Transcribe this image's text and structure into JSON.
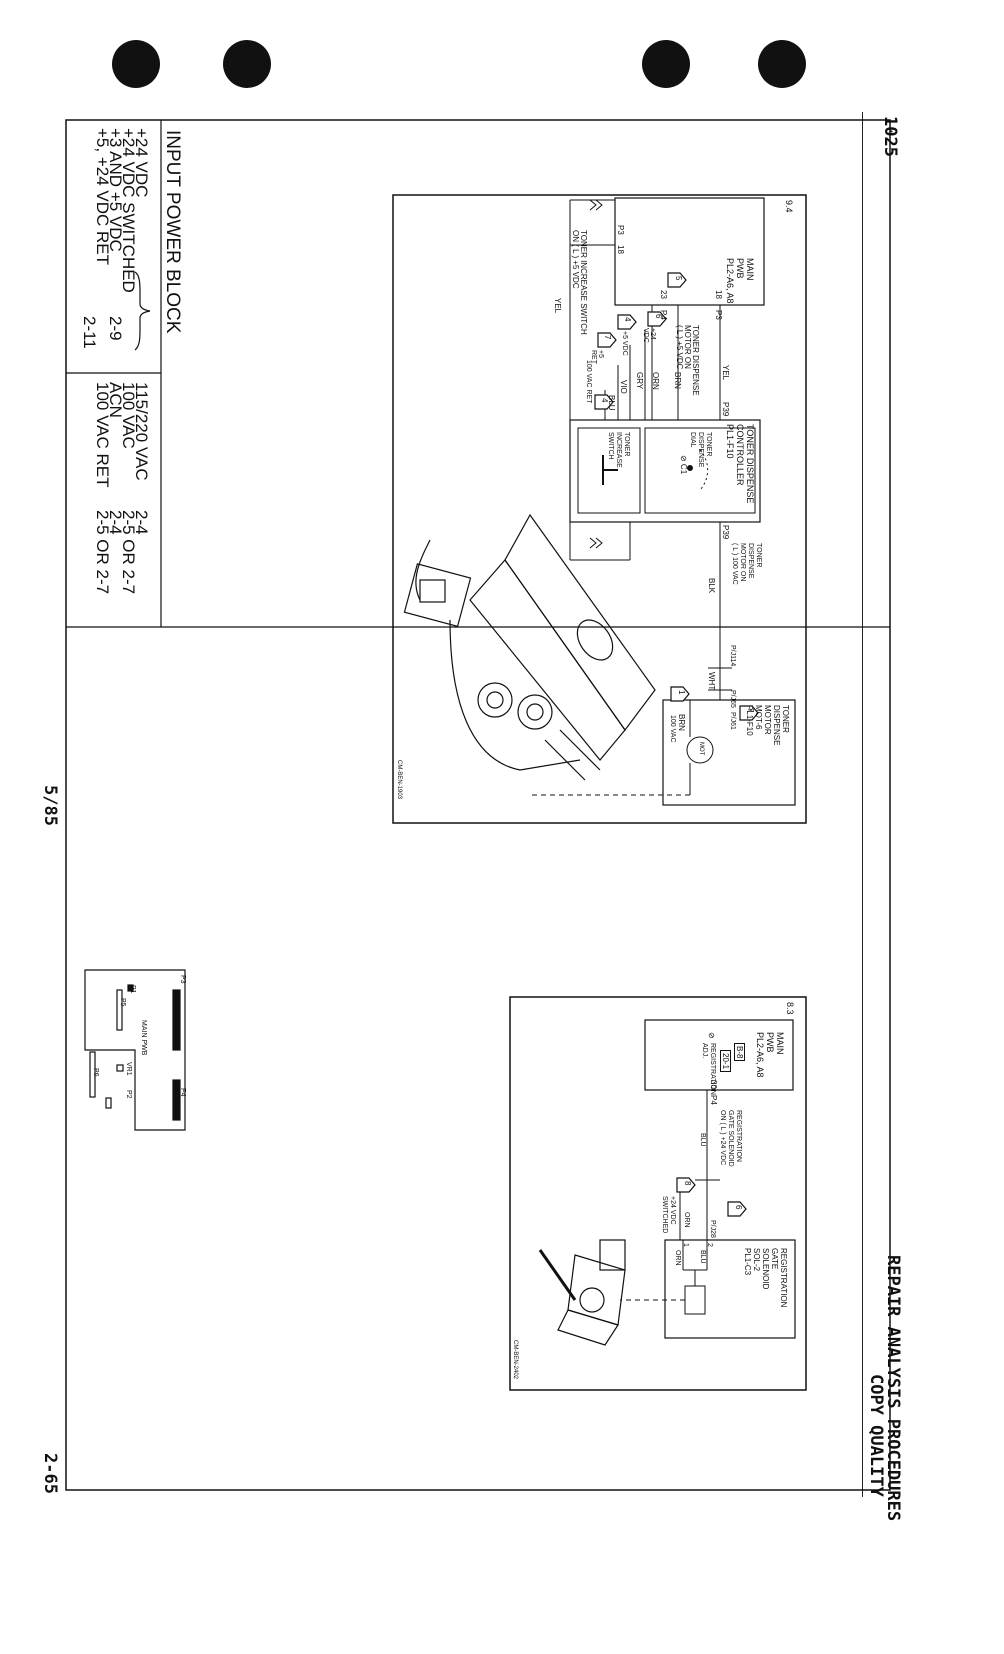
{
  "page": {
    "number": "1025",
    "section_title": "REPAIR ANALYSIS PROCEDURES",
    "section_subtitle": "COPY QUALITY",
    "date": "5/85",
    "page_ref": "2-65"
  },
  "diagram_94": {
    "number": "9.4",
    "main_pwb": [
      "MAIN",
      "PWB",
      "PL2-A6, A8"
    ],
    "main_pwb_pins": {
      "p3_pin": "18",
      "p3_label": "P3",
      "p4_pin": "23",
      "p4_label": "P4",
      "p3b_pin": "18",
      "p3b_label": "P3"
    },
    "main_pwb_badge": "5",
    "toner_dispense_motor_on_left": [
      "TONER DISPENSE",
      "MOTOR ON",
      "( L ) +5 VDC"
    ],
    "toner_increase_switch_label": [
      "TONER INCREASE SWITCH",
      "ON ( L ) +5 VDC"
    ],
    "wire_yel_1": "YEL",
    "wire_yel_2": "YEL",
    "wire_brn": "BRN",
    "wire_orn": "ORN",
    "wire_gry": "GRY",
    "wire_vio": "VIO",
    "wire_blu": "BLU",
    "wire_blk": "BLK",
    "wire_wht": "WHT",
    "wire_brn2": "BRN",
    "badges_left": [
      {
        "id": "6",
        "label": "+24\nVDC"
      },
      {
        "id": "4",
        "label": "+5 VDC"
      },
      {
        "id": "7",
        "label": "+5\nRET"
      }
    ],
    "vac_ret": "100 VAC RET",
    "badge_blu": "4",
    "controller": [
      "TONER DISPENSE",
      "CONTROLLER",
      "PL1-F10"
    ],
    "controller_pins": {
      "p39": "P39",
      "p39b": "P39"
    },
    "dial_label": [
      "TONER",
      "DISPENSE",
      "DIAL"
    ],
    "dial_circle": "⊘ C1",
    "switch_label": [
      "TONER",
      "INCREASE",
      "SWITCH"
    ],
    "motor_on_right": [
      "TONER",
      "DISPENSE",
      "MOTOR ON",
      "( L ) 100 VAC"
    ],
    "pj_labels": {
      "pj114": "P/J114",
      "pj65": "P/J65",
      "pj61": "P/J61"
    },
    "motor_box": [
      "TONER",
      "DISPENSE",
      "MOTOR",
      "MOT-6",
      "PL1-F10"
    ],
    "mot": "MOT",
    "vac_100": "100 VAC",
    "badge_1": "1",
    "badge_7": "7",
    "cat_no": "CM-BEN-1903"
  },
  "diagram_83": {
    "number": "8.3",
    "main_pwb": [
      "MAIN",
      "PWB",
      "PL2-A6, A8"
    ],
    "refs": [
      "B-8",
      "20-1"
    ],
    "adj": [
      "⊘",
      "REGISTRATION",
      "ADJ."
    ],
    "pins": {
      "p4": "P4",
      "pin30": "30",
      "pj28": "P/J28",
      "pin2": "2",
      "pin1": "1"
    },
    "signal": [
      "REGISTRATION",
      "GATE SOLENOID",
      "ON ( L ) +24 VDC"
    ],
    "wire_blu": "BLU",
    "wire_orn": "ORN",
    "wire_orn2": "ORN",
    "wire_blu2": "BLU",
    "badge_8": "8",
    "switched": [
      "+24 VDC",
      "SWITCHED"
    ],
    "badge_6": "6",
    "solenoid_box": [
      "REGISTRATION",
      "GATE",
      "SOLENOID",
      "SOL-2",
      "PL1-C3"
    ],
    "cat_no": "CM-BEN-2402"
  },
  "power_block": {
    "title": "INPUT POWER BLOCK",
    "left_lines": [
      {
        "label": "+24 VDC",
        "ref": ""
      },
      {
        "label": "+24 VDC SWITCHED",
        "ref": "2-9"
      },
      {
        "label": "+3 AND +5 VDC",
        "ref": ""
      },
      {
        "label": "+5, +24 VDC RET",
        "ref": "2-11"
      }
    ],
    "right_lines": [
      {
        "label": "115/220 VAC",
        "ref": "2-4"
      },
      {
        "label": "100 VAC",
        "ref": "2-5 OR 2-7"
      },
      {
        "label": "ACN",
        "ref": "2-4"
      },
      {
        "label": "100 VAC RET",
        "ref": "2-5 OR 2-7"
      }
    ],
    "pwb_map": {
      "p3": "P3",
      "p4": "P4",
      "p1": "P1",
      "p5": "P5",
      "p2": "P2",
      "p6": "P6",
      "vr1": "VR1",
      "label": "MAIN PWB"
    }
  }
}
